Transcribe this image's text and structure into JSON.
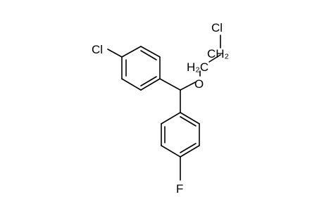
{
  "molecule": {
    "atoms": {
      "cl_top": "Cl",
      "cl_ring": "Cl",
      "oxygen": "O",
      "ch2": "H₂C",
      "ch2_upper": "CH₂",
      "fluorine": "F"
    },
    "colors": {
      "bond": "#000000",
      "label": "#000000",
      "background": "#ffffff"
    }
  }
}
